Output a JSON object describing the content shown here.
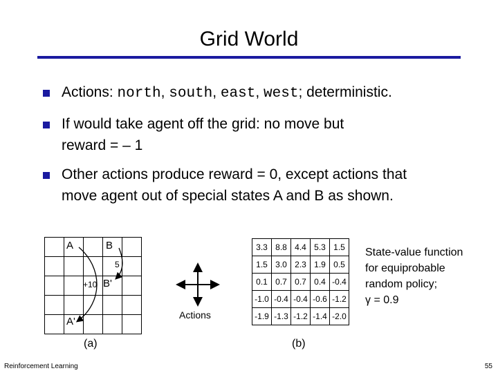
{
  "title": "Grid World",
  "colors": {
    "accent": "#1a1aa0"
  },
  "bullets": [
    {
      "parts": [
        {
          "t": "Actions: ",
          "mono": false
        },
        {
          "t": "north",
          "mono": true
        },
        {
          "t": ", ",
          "mono": false
        },
        {
          "t": "south",
          "mono": true
        },
        {
          "t": ", ",
          "mono": false
        },
        {
          "t": "east",
          "mono": true
        },
        {
          "t": ", ",
          "mono": false
        },
        {
          "t": "west",
          "mono": true
        },
        {
          "t": "; deterministic.",
          "mono": false
        }
      ]
    },
    {
      "line1": "If would take agent off the grid: no move but",
      "line2": "reward = – 1"
    },
    {
      "line1": "Other actions produce reward = 0, except actions that",
      "line2": "move agent out of special states A and B as shown."
    }
  ],
  "figure_a": {
    "label_A": "A",
    "label_B": "B",
    "label_Aprime": "A'",
    "label_Bprime": "B'",
    "reward_A": "+10",
    "reward_B": "5",
    "sublabel": "(a)"
  },
  "actions_label": "Actions",
  "figure_b": {
    "values": [
      [
        "3.3",
        "8.8",
        "4.4",
        "5.3",
        "1.5"
      ],
      [
        "1.5",
        "3.0",
        "2.3",
        "1.9",
        "0.5"
      ],
      [
        "0.1",
        "0.7",
        "0.7",
        "0.4",
        "-0.4"
      ],
      [
        "-1.0",
        "-0.4",
        "-0.4",
        "-0.6",
        "-1.2"
      ],
      [
        "-1.9",
        "-1.3",
        "-1.2",
        "-1.4",
        "-2.0"
      ]
    ],
    "sublabel": "(b)"
  },
  "caption": {
    "line1": "State-value function",
    "line2": "for equiprobable",
    "line3": "random policy;",
    "line4": "γ = 0.9"
  },
  "footer": {
    "left": "Reinforcement Learning",
    "right": "55"
  }
}
